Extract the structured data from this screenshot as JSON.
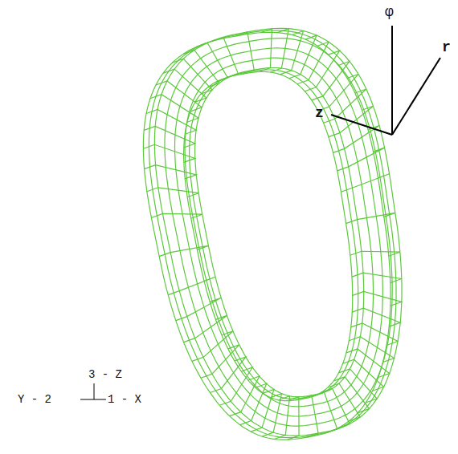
{
  "diagram": {
    "labels": [
      "φ",
      "r",
      "z",
      "3 - Z",
      "Y - 2",
      "1 - X"
    ]
  }
}
